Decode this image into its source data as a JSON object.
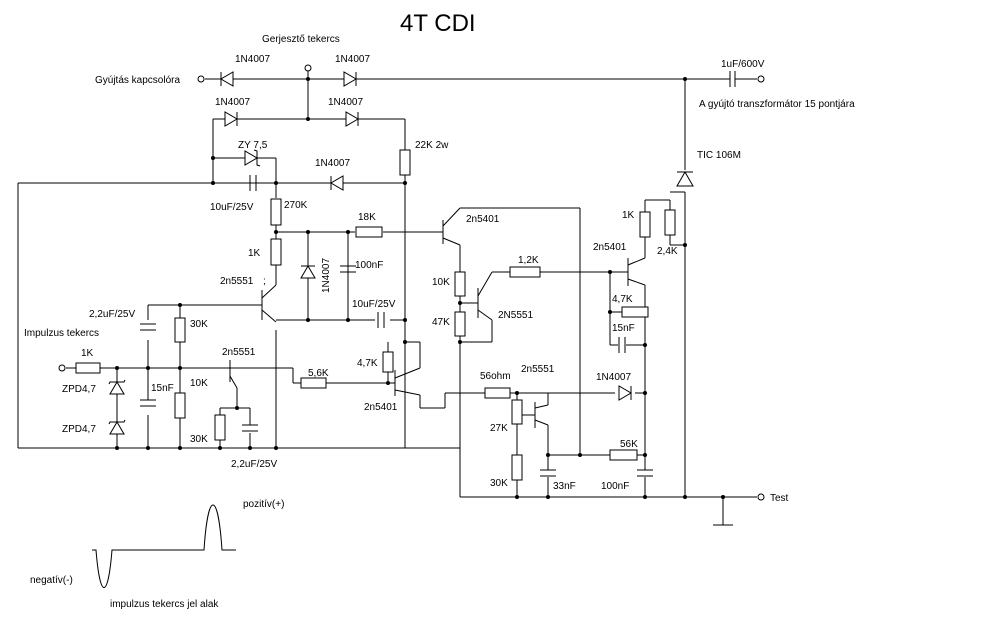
{
  "title": "4T CDI",
  "labels": {
    "exciter_coil": "Gerjesztő tekercs",
    "ignition_switch": "Gyújtás kapcsolóra",
    "pulse_coil": "Impulzus tekercs",
    "to_transformer": "A gyújtó transzformátor 15 pontjára",
    "test": "Test",
    "positive": "pozitív(+)",
    "negative": "negatív(-)",
    "waveform_caption": "impulzus tekercs jel alak"
  },
  "components": {
    "d_top_left": "1N4007",
    "d_top_right": "1N4007",
    "d_row2_left": "1N4007",
    "d_row2_right": "1N4007",
    "zener_main": "ZY 7,5",
    "d_mid": "1N4007",
    "r_22k": "22K 2w",
    "c_10uf_a": "10uF/25V",
    "r_270k": "270K",
    "r_18k": "18K",
    "q_2n5401_a": "2n5401",
    "r_1k_a": "1K",
    "d_vertical": "1N4007",
    "c_100nf_a": "100nF",
    "q_2n5551_a": "2n5551",
    "q_mark": ";",
    "r_10k_a": "10K",
    "r_12k": "1,2K",
    "q_2n5551_b": "2N5551",
    "r_47k": "47K",
    "c_10uf_b": "10uF/25V",
    "c_22uf_a": "2,2uF/25V",
    "r_30k_a": "30K",
    "r_1k_in": "1K",
    "zpd_a": "ZPD4,7",
    "zpd_b": "ZPD4,7",
    "c_15nf_a": "15nF",
    "r_10k_b": "10K",
    "q_2n5551_c": "2n5551",
    "r_30k_b": "30K",
    "c_22uf_b": "2,2uF/25V",
    "r_56k_a": "5,6K",
    "r_47k_b": "4,7K",
    "q_2n5401_b": "2n5401",
    "r_56ohm": "56ohm",
    "q_2n5551_d": "2n5551",
    "r_27k": "27K",
    "r_30k_c": "30K",
    "c_33nf": "33nF",
    "c_100nf_b": "100nF",
    "r_56k_b": "56K",
    "d_right": "1N4007",
    "c_out": "1uF/600V",
    "scr": "TIC 106M",
    "r_1k_b": "1K",
    "r_24k": "2,4K",
    "q_2n5401_c": "2n5401",
    "r_47k_c": "4,7K",
    "c_15nf_b": "15nF"
  }
}
